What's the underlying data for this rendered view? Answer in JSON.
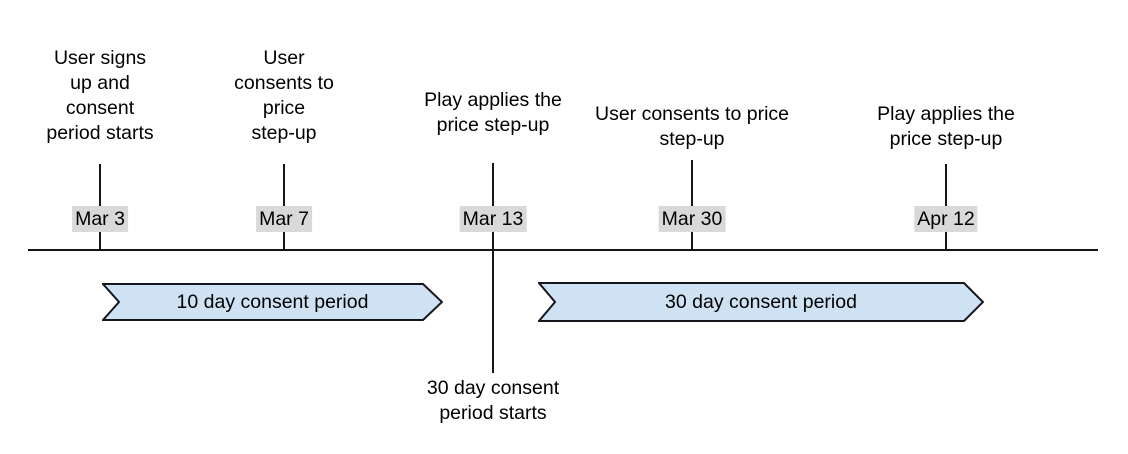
{
  "diagram": {
    "type": "timeline",
    "subject": "price step-up consent periods"
  },
  "colors": {
    "banner_fill": "#cfe2f3",
    "banner_border": "#14161c",
    "date_badge_background": "#d9d9d9",
    "line": "#161616",
    "text": "#000000",
    "background": "#ffffff"
  },
  "timeline": {
    "milestones": [
      {
        "date": "Mar 3",
        "caption": "User signs\nup and\nconsent\nperiod starts"
      },
      {
        "date": "Mar 7",
        "caption": "User\nconsents to\nprice\nstep-up"
      },
      {
        "date": "Mar 13",
        "caption": "Play applies the\nprice step-up",
        "below_caption": "30 day consent\nperiod starts"
      },
      {
        "date": "Mar 30",
        "caption": "User consents to price\nstep-up"
      },
      {
        "date": "Apr 12",
        "caption": "Play applies the\nprice step-up"
      }
    ],
    "periods": [
      {
        "label": "10 day consent period"
      },
      {
        "label": "30 day consent period"
      }
    ]
  }
}
